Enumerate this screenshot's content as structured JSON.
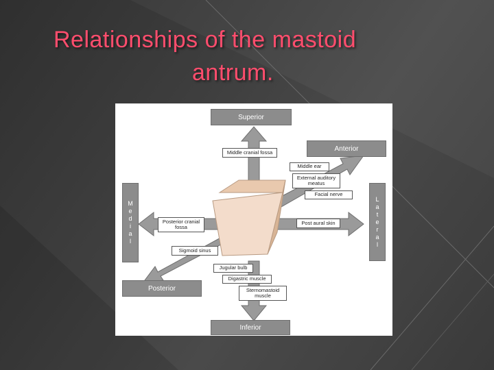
{
  "slide": {
    "title_line1": "Relationships of the mastoid",
    "title_line2": "antrum."
  },
  "diagram": {
    "directions": {
      "superior": "Superior",
      "anterior": "Anterior",
      "medial": [
        "M",
        "e",
        "d",
        "i",
        "a",
        "l"
      ],
      "lateral": [
        "L",
        "a",
        "t",
        "e",
        "r",
        "a",
        "l"
      ],
      "posterior": "Posterior",
      "inferior": "Inferior"
    },
    "labels": {
      "middle_cranial_fossa": "Middle cranial fossa",
      "middle_ear": "Middle ear",
      "external_auditory_meatus": "External auditory meatus",
      "facial_nerve": "Facial nerve",
      "posterior_cranial_fossa": "Posterior cranial fossa",
      "post_aural_skin": "Post aural skin",
      "sigmoid_sinus": "Sigmoid sinus",
      "jugular_bulb": "Jugular bulb",
      "digastric_muscle": "Digastric muscle",
      "sternomastoid_muscle": "Sternomastoid muscle"
    },
    "colors": {
      "title": "#ff4d6d",
      "arrow": "#9a9a9a",
      "direction_box": "#8c8c8c",
      "antrum_front": "#f3dccb",
      "antrum_top": "#e9c9ae"
    }
  }
}
